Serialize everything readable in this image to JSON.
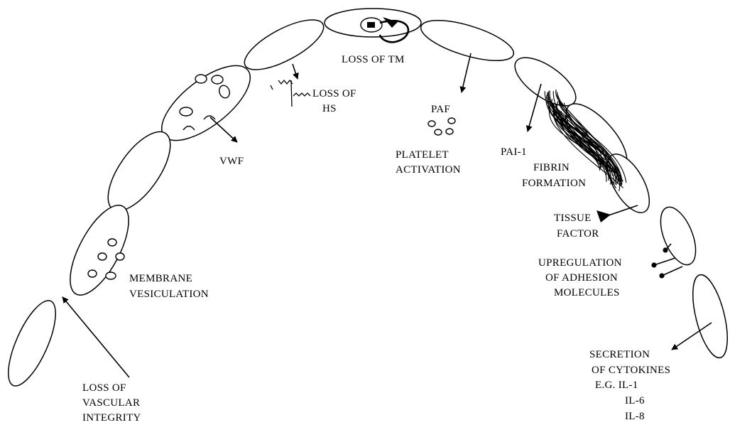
{
  "labels": {
    "loss_of_tm": "LOSS OF TM",
    "loss_of_hs_1": "LOSS OF",
    "loss_of_hs_2": "HS",
    "paf": "PAF",
    "platelet_1": "PLATELET",
    "platelet_2": "ACTIVATION",
    "pai1": "PAI-1",
    "fibrin_1": "FIBRIN",
    "fibrin_2": "FORMATION",
    "vwf": "VWF",
    "tissue_1": "TISSUE",
    "tissue_2": "FACTOR",
    "upreg_1": "UPREGULATION",
    "upreg_2": "OF ADHESION",
    "upreg_3": "MOLECULES",
    "membrane_1": "MEMBRANE",
    "membrane_2": "VESICULATION",
    "secretion_1": "SECRETION",
    "secretion_2": "OF CYTOKINES",
    "secretion_3": "E.G. IL-1",
    "secretion_4": "IL-6",
    "secretion_5": "IL-8",
    "loss_vasc_1": "LOSS OF",
    "loss_vasc_2": "VASCULAR",
    "loss_vasc_3": "INTEGRITY"
  },
  "colors": {
    "ink": "#000000",
    "paper": "#ffffff"
  }
}
